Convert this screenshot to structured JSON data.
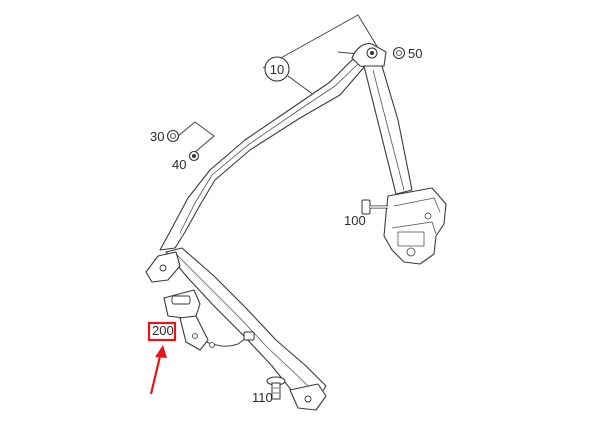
{
  "diagram": {
    "callouts": {
      "c10": "10",
      "c30": "30",
      "c40": "40",
      "c50": "50",
      "c100": "100",
      "c110": "110",
      "c200": "200"
    },
    "highlight_color": "#e8141c",
    "line_color": "#3a3a3a",
    "highlighted_part": "200"
  }
}
